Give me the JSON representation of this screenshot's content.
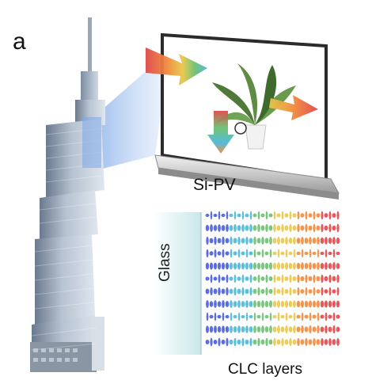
{
  "figure": {
    "panel_label": "a",
    "pv_label": "Si-PV",
    "glass_label": "Glass",
    "clc_label": "CLC layers"
  },
  "colors": {
    "red": "#e0484a",
    "orange": "#f08a3c",
    "yellow": "#e8c84a",
    "green": "#6cc070",
    "cyan": "#4cb8d8",
    "blue": "#4a5ed8",
    "purple": "#8a5ad0"
  }
}
